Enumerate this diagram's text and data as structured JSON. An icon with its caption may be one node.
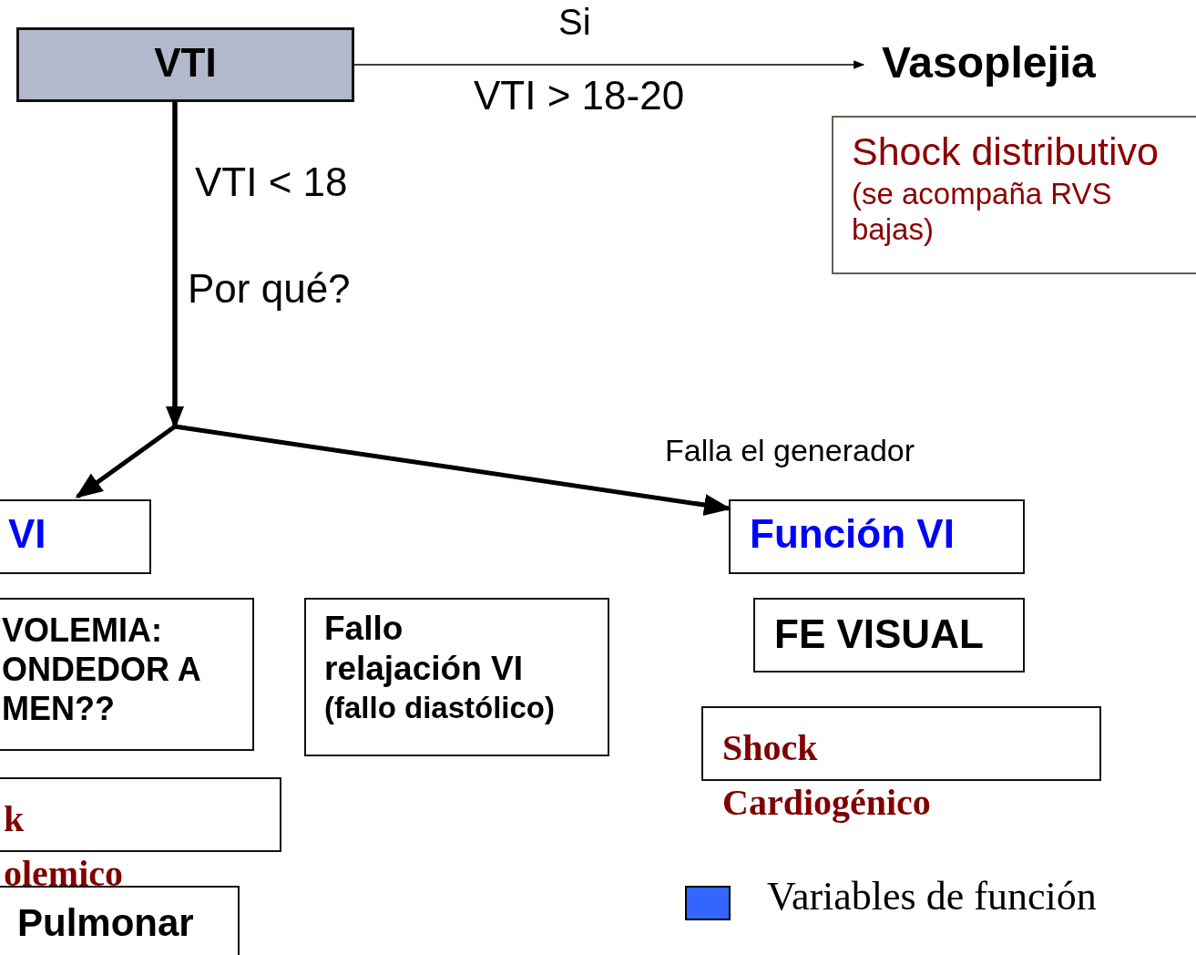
{
  "diagram": {
    "nodes": [
      {
        "text": [
          "VTI"
        ]
      },
      {
        "text": [
          "Vasoplejia"
        ]
      },
      {
        "text": [
          "Shock distributivo",
          "(se acompaña RVS bajas)"
        ]
      },
      {
        "text": [
          "VI"
        ]
      },
      {
        "text": [
          "VOLEMIA: ONDEDOR A MEN??"
        ]
      },
      {
        "text": [
          "Fallo relajación VI",
          "(fallo diastólico)"
        ]
      },
      {
        "text": [
          "k olemico"
        ]
      },
      {
        "text": [
          "Pulmonar"
        ]
      },
      {
        "text": [
          "Función VI"
        ]
      },
      {
        "text": [
          "FE VISUAL"
        ]
      },
      {
        "text": [
          "Shock Cardiogénico"
        ]
      }
    ],
    "edges": [
      {
        "from": 0,
        "to": 1,
        "arrow": "to",
        "label": "Si"
      },
      {
        "from": 0,
        "to": 3,
        "arrow": "to"
      },
      {
        "from": 0,
        "to": 8,
        "arrow": "to",
        "label": "Falla el generador"
      }
    ],
    "labels": [
      "VTI > 18-20",
      "VTI < 18",
      "Por qué?"
    ],
    "legend": [
      {
        "text": "Variables de función",
        "color": "#3366ff"
      }
    ]
  }
}
